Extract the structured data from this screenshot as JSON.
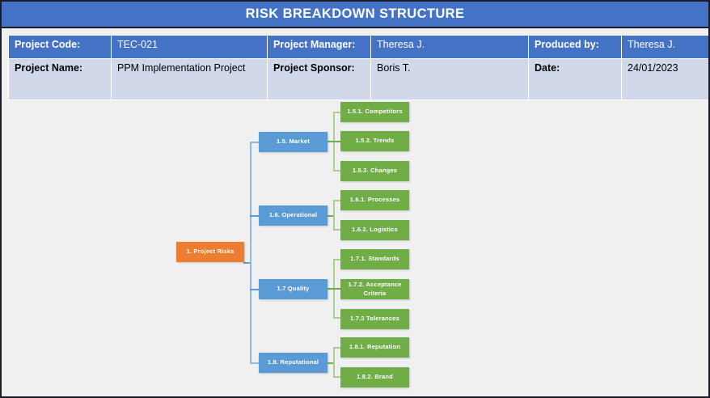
{
  "document": {
    "title": "RISK BREAKDOWN STRUCTURE"
  },
  "info": {
    "row1": [
      {
        "label": "Project Code:",
        "value": "TEC-021"
      },
      {
        "label": "Project Manager:",
        "value": "Theresa J."
      },
      {
        "label": "Produced by:",
        "value": "Theresa J."
      }
    ],
    "row2": [
      {
        "label": "Project Name:",
        "value": "PPM Implementation Project"
      },
      {
        "label": "Project Sponsor:",
        "value": "Boris T."
      },
      {
        "label": "Date:",
        "value": "24/01/2023"
      }
    ]
  },
  "colors": {
    "title_bar": "#4472C4",
    "header_row": "#4472C4",
    "sub_row": "#D0D8EA",
    "root_node": "#ED7D31",
    "level2_node": "#5B9BD5",
    "level3_node": "#70AD47",
    "connector_blue": "#8FB8E0",
    "connector_green": "#A9D18E",
    "page_background": "#F0F0F0",
    "frame_border": "#1B1B2B"
  },
  "chart_data": {
    "type": "diagram",
    "layout": "horizontal-tree",
    "title": "RISK BREAKDOWN STRUCTURE",
    "root": {
      "id": "1",
      "label": "1. Project Risks"
    },
    "branches": [
      {
        "id": "1.5",
        "label": "1.5. Market",
        "children": [
          {
            "id": "1.5.1",
            "label": "1.5.1. Competitors"
          },
          {
            "id": "1.5.2",
            "label": "1.5.2. Trends"
          },
          {
            "id": "1.5.3",
            "label": "1.5.3. Changes"
          }
        ]
      },
      {
        "id": "1.6",
        "label": "1.6.  Operational",
        "children": [
          {
            "id": "1.6.1",
            "label": "1.6.1. Processes"
          },
          {
            "id": "1.6.2",
            "label": "1.6.2. Logistics"
          }
        ]
      },
      {
        "id": "1.7",
        "label": "1.7 Quality",
        "children": [
          {
            "id": "1.7.1",
            "label": "1.7.1. Standards"
          },
          {
            "id": "1.7.2",
            "label": "1.7.2. Acceptance Criteria"
          },
          {
            "id": "1.7.3",
            "label": "1.7.3 Tolerances"
          }
        ]
      },
      {
        "id": "1.8",
        "label": "1.8. Reputational",
        "children": [
          {
            "id": "1.8.1",
            "label": "1.8.1. Reputation"
          },
          {
            "id": "1.8.2",
            "label": "1.8.2. Brand"
          }
        ]
      }
    ]
  }
}
